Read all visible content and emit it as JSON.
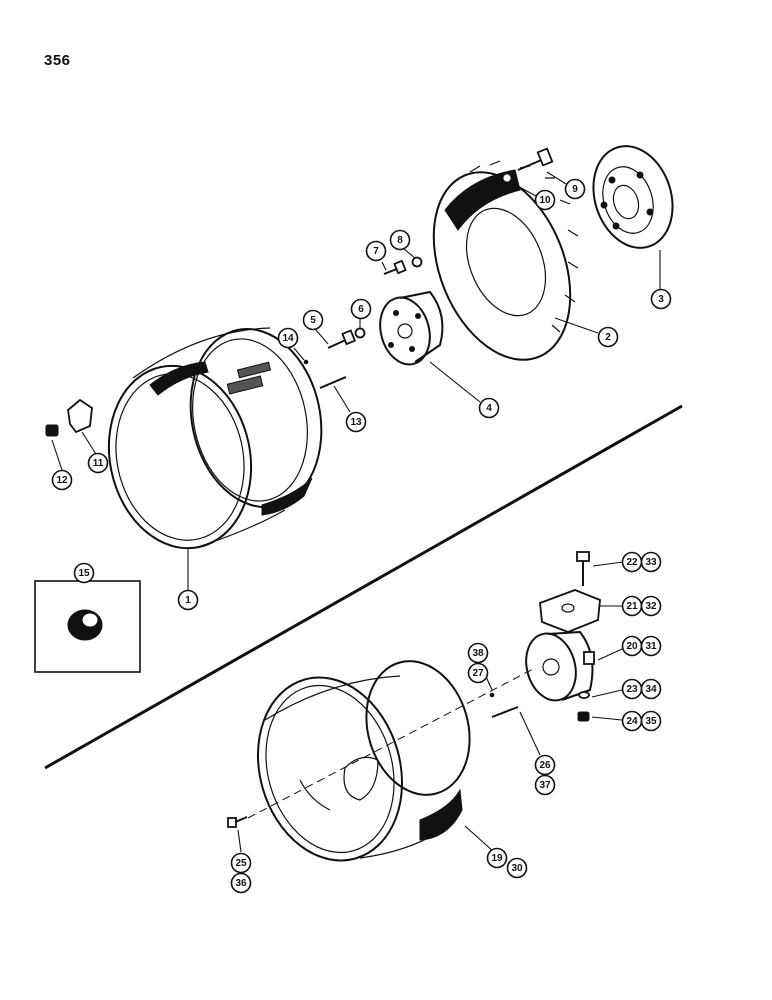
{
  "page": {
    "number": "356"
  },
  "callouts": [
    {
      "id": "c1",
      "labels": [
        "1"
      ]
    },
    {
      "id": "c2",
      "labels": [
        "2"
      ]
    },
    {
      "id": "c3",
      "labels": [
        "3"
      ]
    },
    {
      "id": "c4",
      "labels": [
        "4"
      ]
    },
    {
      "id": "c5",
      "labels": [
        "5"
      ]
    },
    {
      "id": "c6",
      "labels": [
        "6"
      ]
    },
    {
      "id": "c7",
      "labels": [
        "7"
      ]
    },
    {
      "id": "c8",
      "labels": [
        "8"
      ]
    },
    {
      "id": "c9",
      "labels": [
        "9"
      ]
    },
    {
      "id": "c10",
      "labels": [
        "10"
      ]
    },
    {
      "id": "c11",
      "labels": [
        "11"
      ]
    },
    {
      "id": "c12",
      "labels": [
        "12"
      ]
    },
    {
      "id": "c13",
      "labels": [
        "13"
      ]
    },
    {
      "id": "c14",
      "labels": [
        "14"
      ]
    },
    {
      "id": "c15",
      "labels": [
        "15"
      ]
    },
    {
      "id": "c19",
      "labels": [
        "19",
        "30"
      ]
    },
    {
      "id": "c20",
      "labels": [
        "20",
        "31"
      ]
    },
    {
      "id": "c21",
      "labels": [
        "21",
        "32"
      ]
    },
    {
      "id": "c22",
      "labels": [
        "22",
        "33"
      ]
    },
    {
      "id": "c23",
      "labels": [
        "23",
        "34"
      ]
    },
    {
      "id": "c24",
      "labels": [
        "24",
        "35"
      ]
    },
    {
      "id": "c25",
      "labels": [
        "25",
        "36"
      ]
    },
    {
      "id": "c26",
      "labels": [
        "26",
        "37"
      ]
    },
    {
      "id": "c27",
      "labels": [
        "38",
        "27"
      ]
    }
  ]
}
